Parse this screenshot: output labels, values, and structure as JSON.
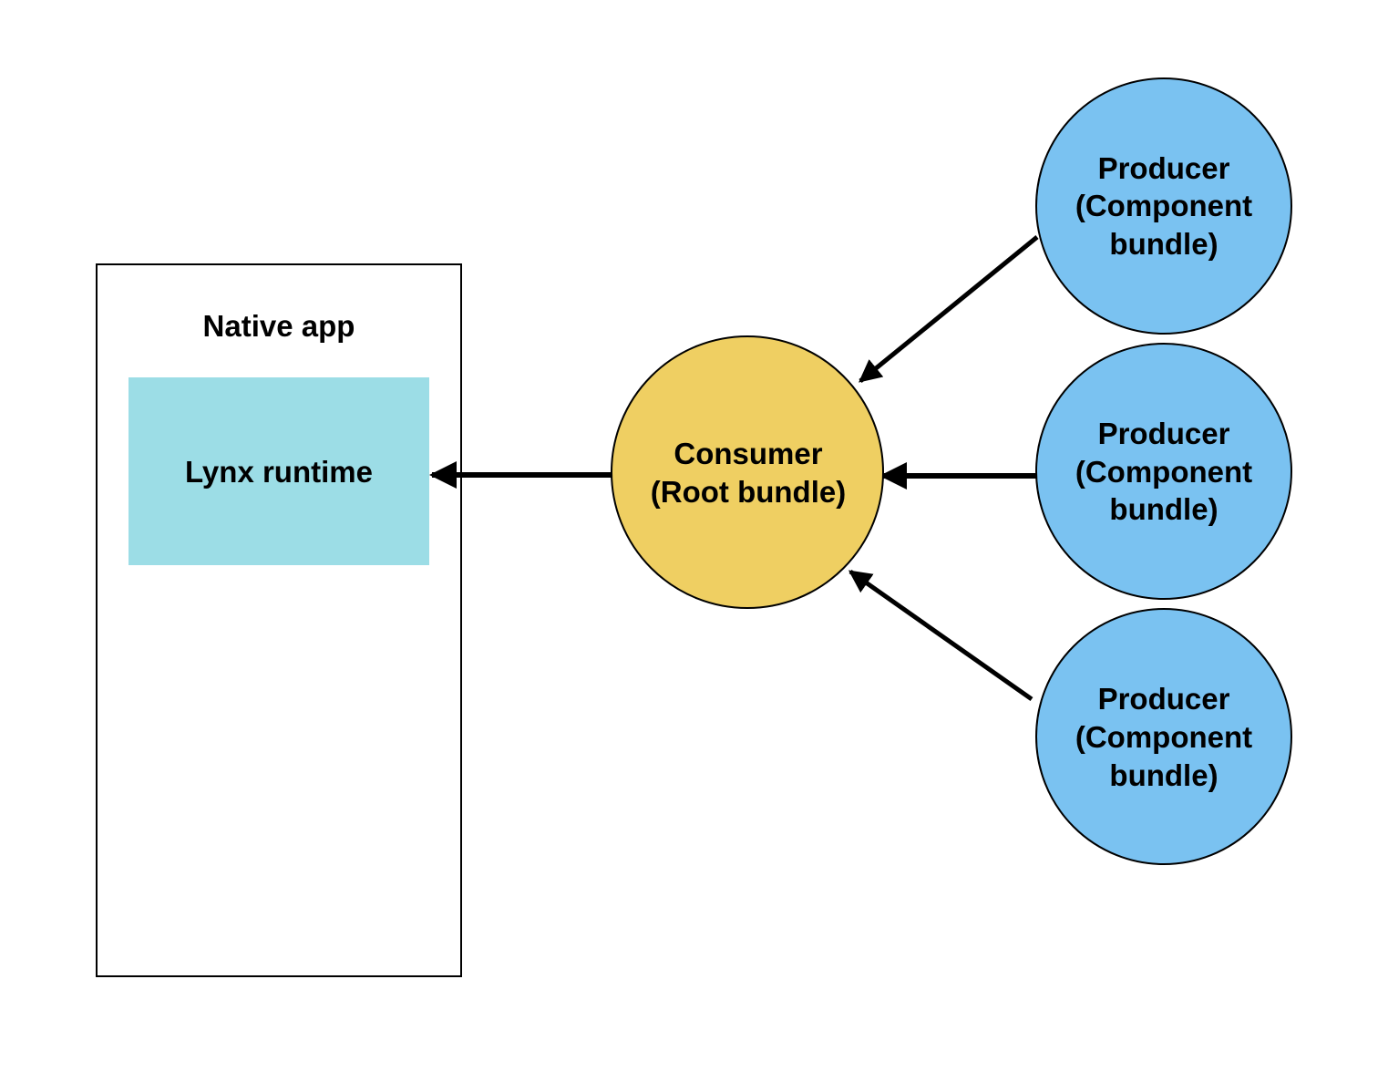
{
  "colors": {
    "background": "#ffffff",
    "native_app_fill": "#ffffff",
    "lynx_runtime_fill": "#9cdde6",
    "consumer_fill": "#efcf62",
    "producer_fill": "#7ac2f1",
    "stroke": "#000000"
  },
  "native_app": {
    "label": "Native app"
  },
  "lynx_runtime": {
    "label": "Lynx runtime"
  },
  "consumer": {
    "line1": "Consumer",
    "line2": "(Root bundle)"
  },
  "producers": [
    {
      "line1": "Producer",
      "line2": "(Component",
      "line3": "bundle)"
    },
    {
      "line1": "Producer",
      "line2": "(Component",
      "line3": "bundle)"
    },
    {
      "line1": "Producer",
      "line2": "(Component",
      "line3": "bundle)"
    }
  ]
}
